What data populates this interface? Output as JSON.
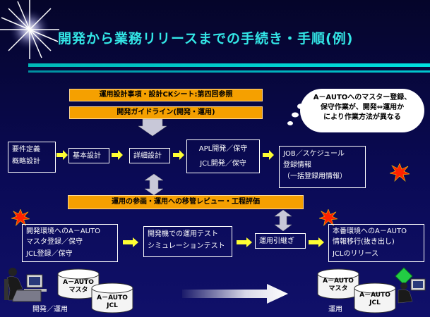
{
  "title": "開発から業務リリースまでの手続き・手順(例)",
  "top_bars": [
    "運用設計事項・設計CKシート:第四回参照",
    "開発ガイドライン(開発・運用)"
  ],
  "middle_bar": "運用の参画・運用への移管レビュー・工程評価",
  "cloud_note": [
    "A－AUTOへのマスター登録、",
    "保守作業が、開発⇔運用か",
    "により作業方法が異なる"
  ],
  "row1": {
    "req": [
      "要件定義",
      "概略設計"
    ],
    "basic": "基本設計",
    "detail": "詳細設計",
    "dev": [
      "APL開発／保守",
      "JCL開発／保守"
    ],
    "job": [
      "JOB／スケジュール",
      "登録情報",
      "（一括登録用情報）"
    ]
  },
  "row2": {
    "devenv": [
      "開発環境へのA－AUTO",
      "マスタ登録／保守",
      "JCL登録／保守"
    ],
    "test": [
      "開発機での運用テスト",
      "シミュレーションテスト"
    ],
    "handover": "運用引継ぎ",
    "prod": [
      "本番環境へのA－AUTO",
      "情報移行(抜き出し)",
      "JCLのリリース"
    ]
  },
  "cylinders": {
    "left_master": [
      "A－AUTO",
      "マスタ"
    ],
    "left_jcl": [
      "A－AUTO",
      "JCL"
    ],
    "right_master": [
      "A－AUTO",
      "マスタ"
    ],
    "right_jcl": [
      "A－AUTO",
      "JCL"
    ]
  },
  "captions": {
    "left": "開発／運用",
    "right": "運用"
  },
  "colors": {
    "title": "#33e6e6",
    "bar": "#f5a000",
    "arrow": "#ffff33",
    "burst": "#ff2200"
  }
}
